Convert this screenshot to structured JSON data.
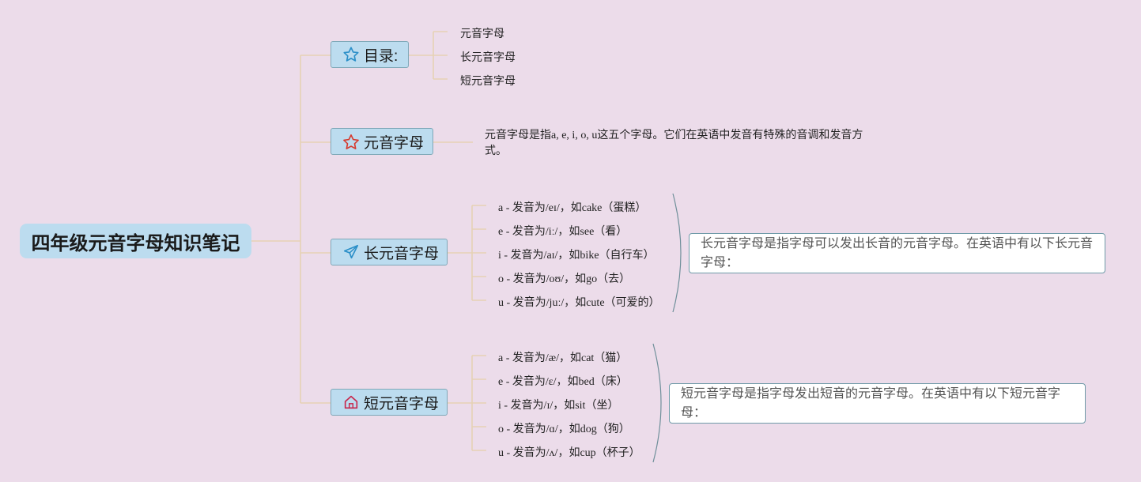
{
  "root": {
    "title": "四年级元音字母知识笔记"
  },
  "branches": {
    "toc": {
      "label": "目录:",
      "icon": "star-outline-blue-icon",
      "items": [
        "元音字母",
        "长元音字母",
        "短元音字母"
      ]
    },
    "vowels": {
      "label": "元音字母",
      "icon": "star-outline-red-icon",
      "description": "元音字母是指a, e, i, o, u这五个字母。它们在英语中发音有特殊的音调和发音方式。"
    },
    "long": {
      "label": "长元音字母",
      "icon": "paper-plane-icon",
      "items": [
        "a - 发音为/eɪ/，如cake（蛋糕）",
        "e - 发音为/iː/，如see（看）",
        "i - 发音为/aɪ/，如bike（自行车）",
        "o - 发音为/oʊ/，如go（去）",
        "u - 发音为/juː/，如cute（可爱的）"
      ],
      "summary": "长元音字母是指字母可以发出长音的元音字母。在英语中有以下长元音字母："
    },
    "short": {
      "label": "短元音字母",
      "icon": "home-icon",
      "items": [
        "a - 发音为/æ/，如cat（猫）",
        "e - 发音为/ɛ/，如bed（床）",
        "i - 发音为/ɪ/，如sit（坐）",
        "o - 发音为/ɑ/，如dog（狗）",
        "u - 发音为/ʌ/，如cup（杯子）"
      ],
      "summary": "短元音字母是指字母发出短音的元音字母。在英语中有以下短元音字母："
    }
  },
  "colors": {
    "background": "#ecdcea",
    "node_fill": "#bcdcef",
    "connector": "#e6d2b4",
    "bracket": "#6f8f9a"
  }
}
